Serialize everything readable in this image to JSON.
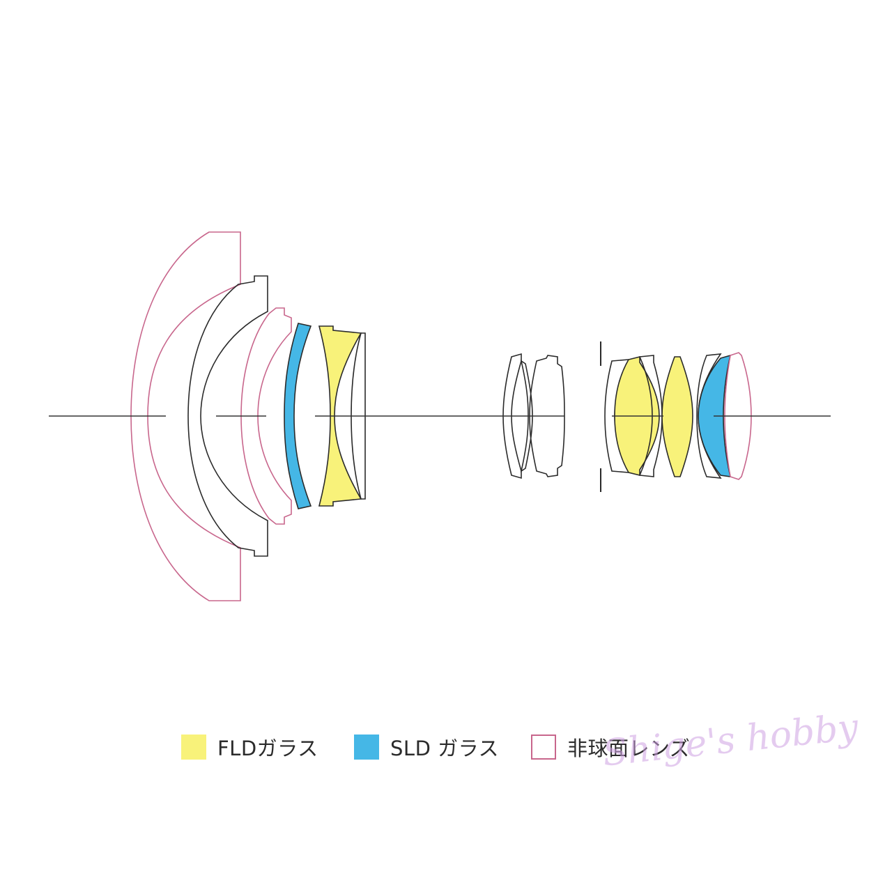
{
  "colors": {
    "fld": "#f8f27a",
    "sld": "#45b7e6",
    "aspherical": "#c8668c",
    "outline": "#2a2a2a",
    "axis": "#333333"
  },
  "legend": [
    {
      "label": "FLDガラス",
      "type": "fld"
    },
    {
      "label": "SLD ガラス",
      "type": "sld"
    },
    {
      "label": "非球面レンズ",
      "type": "aspherical"
    }
  ],
  "watermark": "Shige's hobby"
}
